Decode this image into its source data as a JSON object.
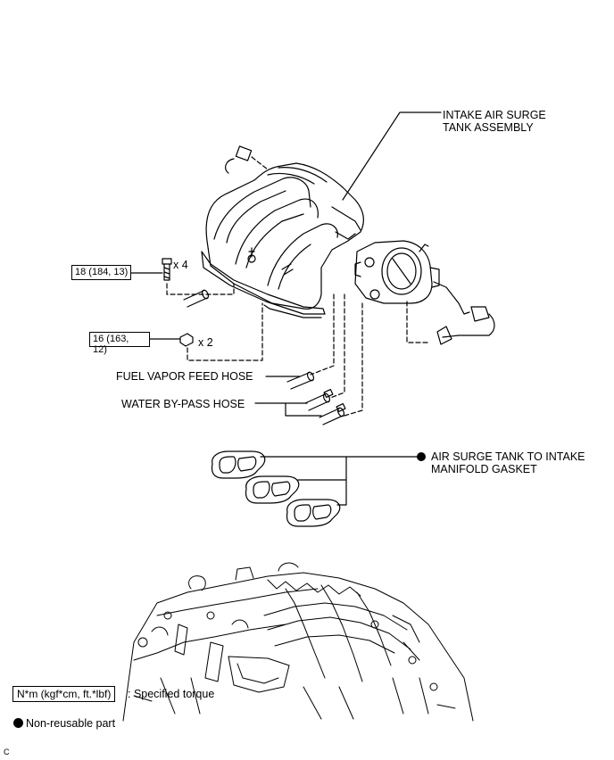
{
  "labels": {
    "surge_tank_line1": "INTAKE AIR SURGE",
    "surge_tank_line2": "TANK ASSEMBLY",
    "fuel_vapor_hose": "FUEL VAPOR FEED HOSE",
    "water_bypass_hose": "WATER BY-PASS HOSE",
    "gasket_line1": "AIR SURGE TANK TO INTAKE",
    "gasket_line2": "MANIFOLD GASKET"
  },
  "torque": {
    "bolt": "18 (184, 13)",
    "bolt_qty": "x 4",
    "nut_line1": "16 (163,",
    "nut_line2": "12)",
    "nut_qty": "x 2"
  },
  "legend": {
    "torque_unit": "N*m (kgf*cm, ft.*lbf)",
    "torque_desc": ": Specified torque",
    "non_reusable": "Non-reusable part"
  },
  "corner_code": "C",
  "colors": {
    "line": "#000000",
    "background": "#ffffff"
  }
}
